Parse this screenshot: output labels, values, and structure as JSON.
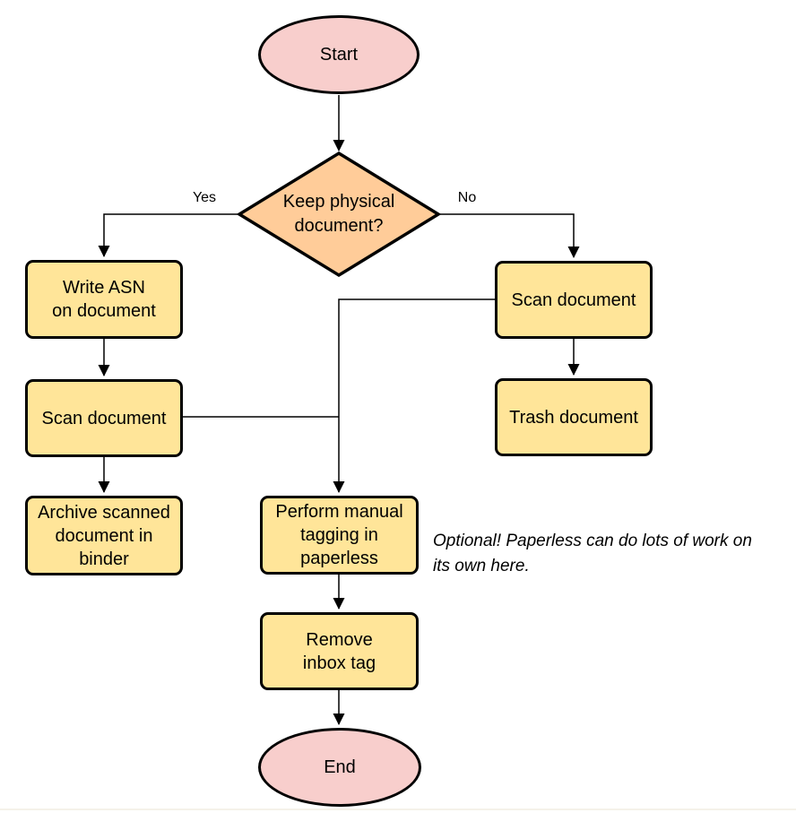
{
  "flowchart": {
    "nodes": {
      "start": {
        "label": "Start",
        "type": "terminator"
      },
      "decision": {
        "label": "Keep physical\ndocument?",
        "type": "decision"
      },
      "write_asn": {
        "label": "Write ASN\non document",
        "type": "process"
      },
      "scan_left": {
        "label": "Scan document",
        "type": "process"
      },
      "archive": {
        "label": "Archive scanned\ndocument in\nbinder",
        "type": "process"
      },
      "scan_right": {
        "label": "Scan document",
        "type": "process"
      },
      "trash": {
        "label": "Trash document",
        "type": "process"
      },
      "tagging": {
        "label": "Perform manual\ntagging in\npaperless",
        "type": "process"
      },
      "remove_inbox": {
        "label": "Remove\ninbox tag",
        "type": "process"
      },
      "end": {
        "label": "End",
        "type": "terminator"
      }
    },
    "edge_labels": {
      "yes": "Yes",
      "no": "No"
    },
    "annotation": "Optional! Paperless can do lots of work on\nits own here.",
    "colors": {
      "terminator_fill": "#f8cecc",
      "decision_fill": "#ffcc99",
      "process_fill": "#ffe599",
      "stroke": "#000000",
      "text": "#000000"
    }
  }
}
